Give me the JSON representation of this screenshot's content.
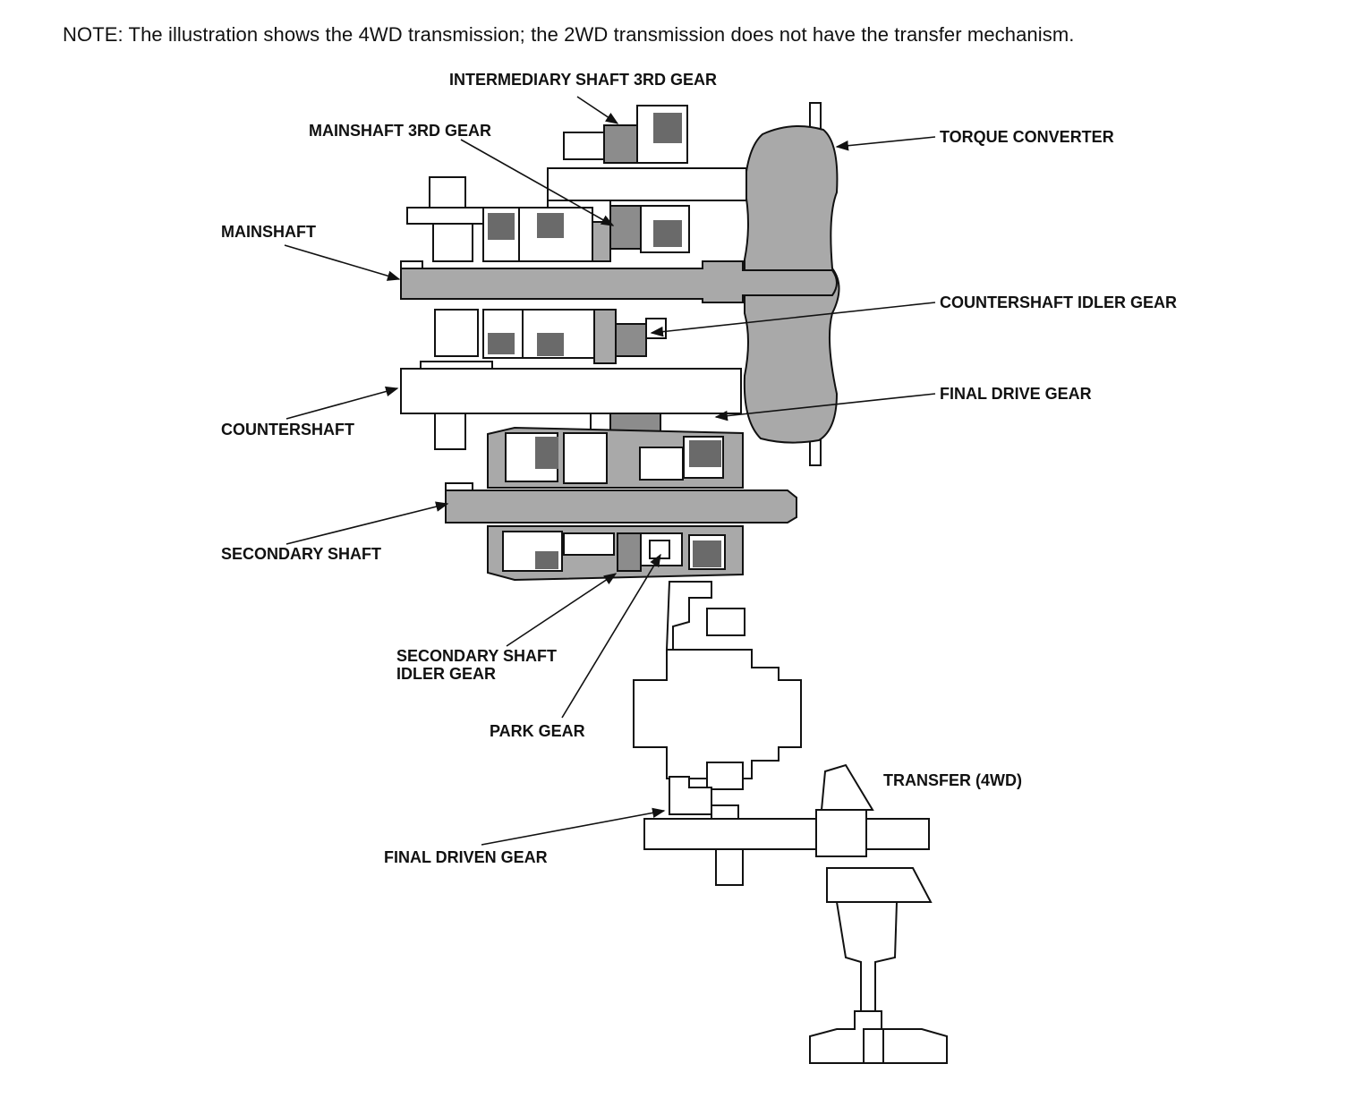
{
  "note": "NOTE: The illustration shows the 4WD transmission; the 2WD transmission does not have the transfer mechanism.",
  "labels": {
    "intermediary_shaft_3rd_gear": "INTERMEDIARY SHAFT 3RD GEAR",
    "mainshaft_3rd_gear": "MAINSHAFT 3RD GEAR",
    "torque_converter": "TORQUE CONVERTER",
    "mainshaft": "MAINSHAFT",
    "countershaft_idler_gear": "COUNTERSHAFT IDLER GEAR",
    "final_drive_gear": "FINAL DRIVE GEAR",
    "countershaft": "COUNTERSHAFT",
    "secondary_shaft": "SECONDARY SHAFT",
    "secondary_shaft_idler_gear_line1": "SECONDARY SHAFT",
    "secondary_shaft_idler_gear_line2": "IDLER GEAR",
    "park_gear": "PARK GEAR",
    "transfer_4wd": "TRANSFER (4WD)",
    "final_driven_gear": "FINAL DRIVEN GEAR"
  },
  "colors": {
    "shaded_part": "#a9a9a9",
    "dark_part": "#6a6a6a",
    "line": "#111111"
  }
}
